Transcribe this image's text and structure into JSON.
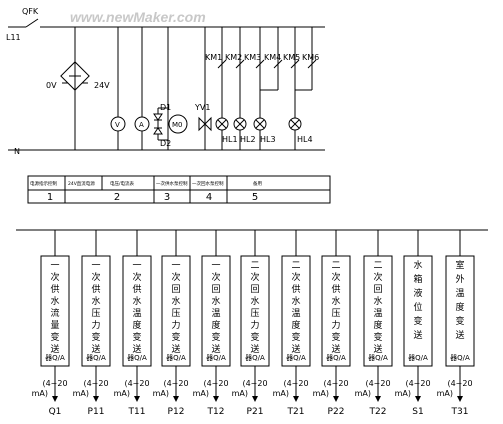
{
  "watermark": "www.newMaker.com",
  "power_circuit": {
    "switch_label": "QFK",
    "line_label": "L11",
    "neutral_label": "N",
    "dc_labels": [
      "0V",
      "24V"
    ],
    "meter_symbols": [
      "V",
      "A"
    ],
    "motor_label": "M0",
    "diode_labels": [
      "D1",
      "D2"
    ],
    "valve_label": "YV1",
    "relay_contacts": [
      "KM1",
      "KM2",
      "KM3",
      "KM4",
      "KM5",
      "KM6"
    ],
    "lamp_labels": [
      "HL1",
      "HL2",
      "HL3",
      "HL4"
    ]
  },
  "function_table": {
    "descriptions": [
      "电源指示控制",
      "24V直流电源",
      "电压/电流表",
      "一次供水泵控制",
      "一次回水泵控制",
      "备用"
    ],
    "numbers": [
      "1",
      "2",
      "3",
      "4",
      "5"
    ]
  },
  "transmitters": [
    {
      "name": "一次供水流量变送",
      "suffix": "器Q/A",
      "signal": [
        "(4~20",
        "mA)"
      ],
      "tag": "Q1"
    },
    {
      "name": "一次供水压力变送",
      "suffix": "器Q/A",
      "signal": [
        "(4~20",
        "mA)"
      ],
      "tag": "P11"
    },
    {
      "name": "一次供水温度变送",
      "suffix": "器Q/A",
      "signal": [
        "(4~20",
        "mA)"
      ],
      "tag": "T11"
    },
    {
      "name": "一次回水压力变送",
      "suffix": "器Q/A",
      "signal": [
        "(4~20",
        "mA)"
      ],
      "tag": "P12"
    },
    {
      "name": "一次回水温度变送",
      "suffix": "器Q/A",
      "signal": [
        "(4~20",
        "mA)"
      ],
      "tag": "T12"
    },
    {
      "name": "二次回水压力变送",
      "suffix": "器Q/A",
      "signal": [
        "(4~20",
        "mA)"
      ],
      "tag": "P21"
    },
    {
      "name": "二次供水温度变送",
      "suffix": "器Q/A",
      "signal": [
        "(4~20",
        "mA)"
      ],
      "tag": "T21"
    },
    {
      "name": "二次供水压力变送",
      "suffix": "器Q/A",
      "signal": [
        "(4~20",
        "mA)"
      ],
      "tag": "P22"
    },
    {
      "name": "二次回水温度变送",
      "suffix": "器Q/A",
      "signal": [
        "(4~20",
        "mA)"
      ],
      "tag": "T22"
    },
    {
      "name": "水箱液位变送",
      "suffix": "器Q/A",
      "signal": [
        "(4~20",
        "mA)"
      ],
      "tag": "S1"
    },
    {
      "name": "室外温度变送",
      "suffix": "器Q/A",
      "signal": [
        "(4~20",
        "mA)"
      ],
      "tag": "T31"
    }
  ]
}
